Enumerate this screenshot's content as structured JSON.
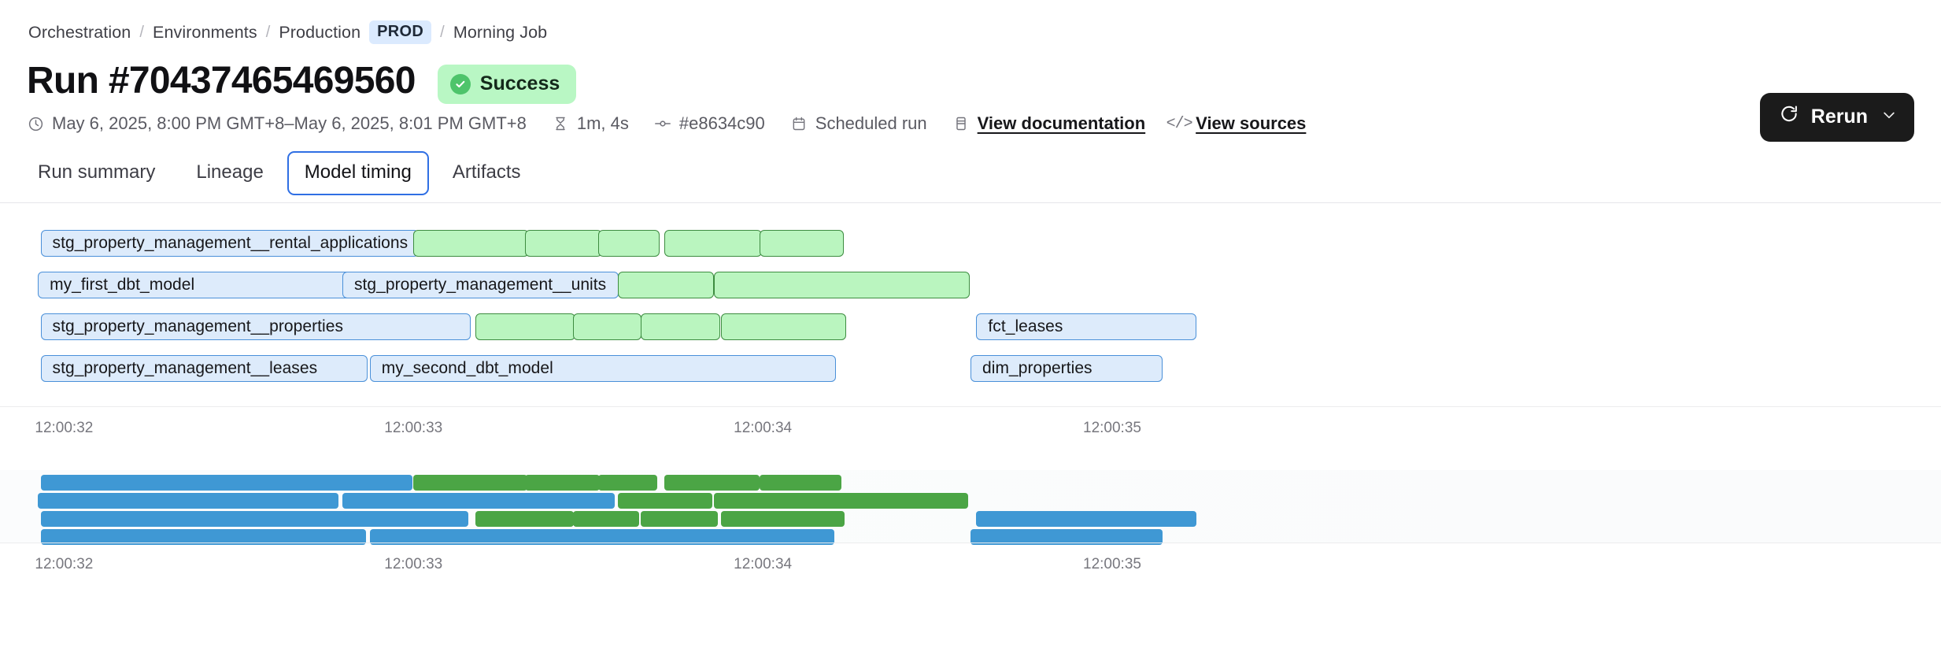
{
  "breadcrumb": {
    "items": [
      {
        "label": "Orchestration",
        "type": "link"
      },
      {
        "label": "Environments",
        "type": "link"
      },
      {
        "label": "Production",
        "type": "link"
      },
      {
        "label": "PROD",
        "type": "badge"
      },
      {
        "label": "Morning Job",
        "type": "current"
      }
    ],
    "separator": "/"
  },
  "header": {
    "title": "Run #70437465469560",
    "status": {
      "label": "Success",
      "color": "#b9f7c4",
      "icon": "check-circle-icon"
    },
    "rerun": {
      "label": "Rerun",
      "icon": "refresh-icon",
      "caret": "⌄"
    }
  },
  "meta": {
    "timerange": "May 6, 2025, 8:00 PM GMT+8–May 6, 2025, 8:01 PM GMT+8",
    "duration": "1m, 4s",
    "commit": "#e8634c90",
    "trigger": "Scheduled run",
    "documentation_link": "View documentation",
    "sources_link": "View sources",
    "code_icon_glyph": "</>"
  },
  "tabs": [
    {
      "label": "Run summary",
      "active": false
    },
    {
      "label": "Lineage",
      "active": false
    },
    {
      "label": "Model timing",
      "active": true
    },
    {
      "label": "Artifacts",
      "active": false
    }
  ],
  "chart_data": {
    "type": "bar",
    "title": "Model timing",
    "xlabel": "",
    "ylabel": "",
    "grid": false,
    "legend": null,
    "axis_ticks": [
      "12:00:32",
      "12:00:33",
      "12:00:34",
      "12:00:35"
    ],
    "axis_tick_positions_pct": [
      1.8,
      19.8,
      37.8,
      55.8
    ],
    "colors": {
      "blue_fill": "#ddebfb",
      "blue_stroke": "#4a90d9",
      "green_fill": "#baf5bf",
      "green_stroke": "#3d8c40",
      "overview_blue": "#3f98d4",
      "overview_green": "#4ba545"
    },
    "rows": [
      {
        "index": 0,
        "bars": [
          {
            "label": "stg_property_management__rental_applications",
            "color": "blue",
            "left_pct": 2.09,
            "width_pct": 19.5
          },
          {
            "label": "",
            "color": "green",
            "left_pct": 21.27,
            "width_pct": 6.0
          },
          {
            "label": "",
            "color": "green",
            "left_pct": 27.05,
            "width_pct": 3.96
          },
          {
            "label": "",
            "color": "green",
            "left_pct": 30.82,
            "width_pct": 3.16
          },
          {
            "label": "",
            "color": "green",
            "left_pct": 34.22,
            "width_pct": 5.03
          },
          {
            "label": "",
            "color": "green",
            "left_pct": 39.14,
            "width_pct": 4.34
          }
        ]
      },
      {
        "index": 1,
        "bars": [
          {
            "label": "my_first_dbt_model",
            "color": "blue",
            "left_pct": 1.95,
            "width_pct": 16.6
          },
          {
            "label": "stg_property_management__units",
            "color": "blue",
            "left_pct": 17.64,
            "width_pct": 14.25
          },
          {
            "label": "",
            "color": "green",
            "left_pct": 31.83,
            "width_pct": 4.95
          },
          {
            "label": "",
            "color": "green",
            "left_pct": 36.79,
            "width_pct": 13.18
          }
        ]
      },
      {
        "index": 2,
        "bars": [
          {
            "label": "stg_property_management__properties",
            "color": "blue",
            "left_pct": 2.09,
            "width_pct": 22.15
          },
          {
            "label": "",
            "color": "green",
            "left_pct": 24.5,
            "width_pct": 5.15
          },
          {
            "label": "",
            "color": "green",
            "left_pct": 29.53,
            "width_pct": 3.5
          },
          {
            "label": "",
            "color": "green",
            "left_pct": 33.0,
            "width_pct": 4.1
          },
          {
            "label": "",
            "color": "green",
            "left_pct": 37.15,
            "width_pct": 6.45
          },
          {
            "label": "fct_leases",
            "color": "blue",
            "left_pct": 50.3,
            "width_pct": 11.35
          }
        ]
      },
      {
        "index": 3,
        "bars": [
          {
            "label": "stg_property_management__leases",
            "color": "blue",
            "left_pct": 2.09,
            "width_pct": 16.85
          },
          {
            "label": "my_second_dbt_model",
            "color": "blue",
            "left_pct": 19.05,
            "width_pct": 24.0
          },
          {
            "label": "dim_properties",
            "color": "blue",
            "left_pct": 50.0,
            "width_pct": 9.9
          }
        ]
      }
    ],
    "overview_rows": [
      {
        "index": 0,
        "bars": [
          {
            "color": "blue",
            "left_pct": 2.09,
            "width_pct": 19.14
          },
          {
            "color": "green",
            "left_pct": 21.27,
            "width_pct": 5.88
          },
          {
            "color": "green",
            "left_pct": 27.05,
            "width_pct": 3.85
          },
          {
            "color": "green",
            "left_pct": 30.82,
            "width_pct": 3.05
          },
          {
            "color": "green",
            "left_pct": 34.22,
            "width_pct": 4.92
          },
          {
            "color": "green",
            "left_pct": 39.14,
            "width_pct": 4.23
          }
        ]
      },
      {
        "index": 1,
        "bars": [
          {
            "color": "blue",
            "left_pct": 1.95,
            "width_pct": 15.5
          },
          {
            "color": "blue",
            "left_pct": 17.64,
            "width_pct": 14.05
          },
          {
            "color": "green",
            "left_pct": 31.83,
            "width_pct": 4.85
          },
          {
            "color": "green",
            "left_pct": 36.79,
            "width_pct": 13.08
          }
        ]
      },
      {
        "index": 2,
        "bars": [
          {
            "color": "blue",
            "left_pct": 2.09,
            "width_pct": 22.05
          },
          {
            "color": "green",
            "left_pct": 24.5,
            "width_pct": 5.05
          },
          {
            "color": "green",
            "left_pct": 29.53,
            "width_pct": 3.4
          },
          {
            "color": "green",
            "left_pct": 33.0,
            "width_pct": 4.0
          },
          {
            "color": "green",
            "left_pct": 37.15,
            "width_pct": 6.35
          },
          {
            "color": "blue",
            "left_pct": 50.3,
            "width_pct": 11.35
          }
        ]
      },
      {
        "index": 3,
        "bars": [
          {
            "color": "blue",
            "left_pct": 2.09,
            "width_pct": 16.75
          },
          {
            "color": "blue",
            "left_pct": 19.05,
            "width_pct": 23.95
          },
          {
            "color": "blue",
            "left_pct": 50.0,
            "width_pct": 9.9
          }
        ]
      }
    ]
  }
}
